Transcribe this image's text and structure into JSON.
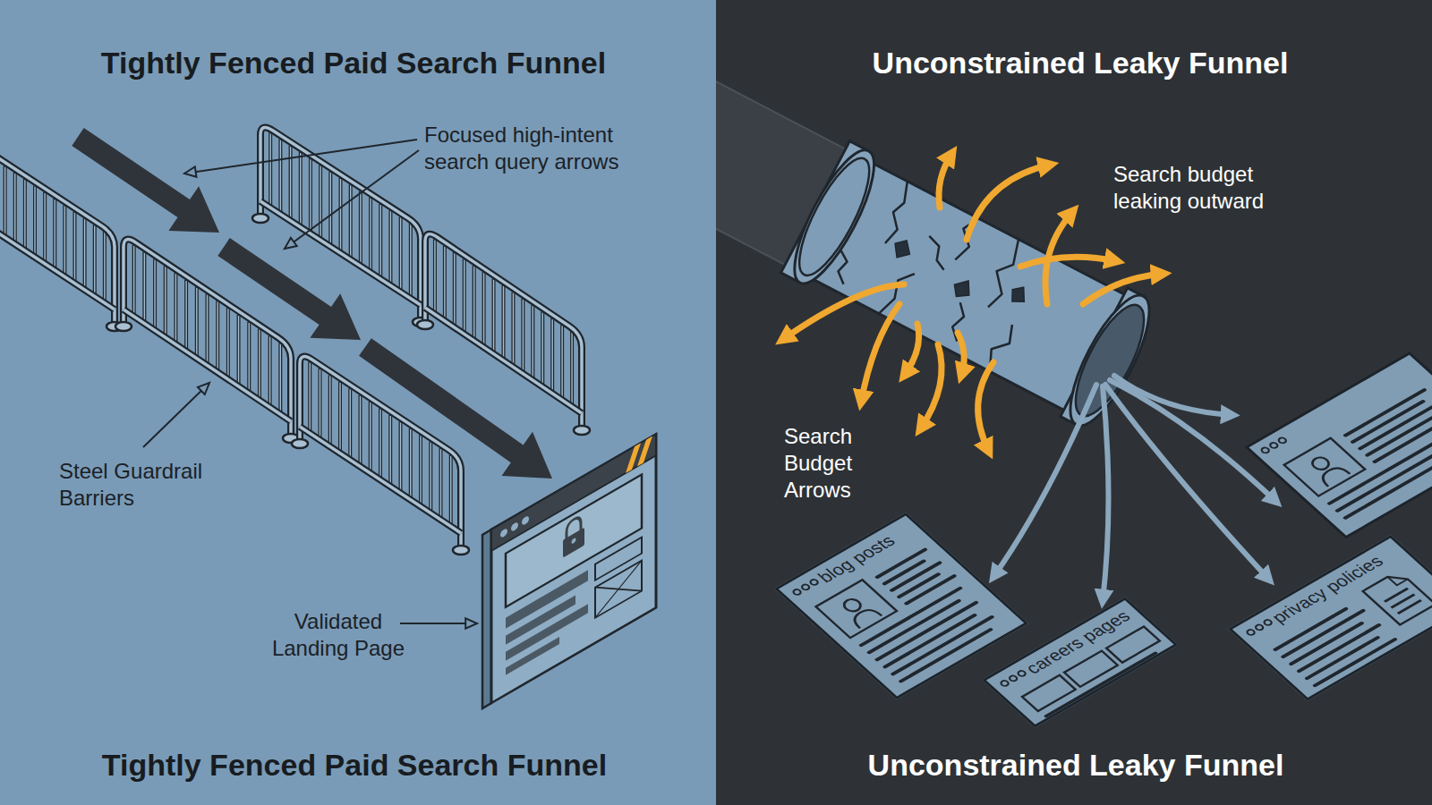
{
  "diagram": {
    "nodes": [
      {
        "text": [
          "Tightly Fenced Paid Search Funnel",
          "Tightly Fenced Paid Search Funnel"
        ]
      },
      {
        "text": [
          "Unconstrained Leaky Funnel",
          "Unconstrained Leaky Funnel"
        ]
      },
      {
        "text": [
          "blog posts"
        ],
        "in": 1
      },
      {
        "text": [
          "careers pages"
        ],
        "in": 1
      },
      {
        "text": [
          "privacy policies"
        ],
        "in": 1
      }
    ],
    "labels": [
      "Focused high-intent search query arrows",
      "Steel Guardrail Barriers",
      "Validated Landing Page",
      "Search budget leaking outward",
      "Search Budget Arrows"
    ]
  }
}
